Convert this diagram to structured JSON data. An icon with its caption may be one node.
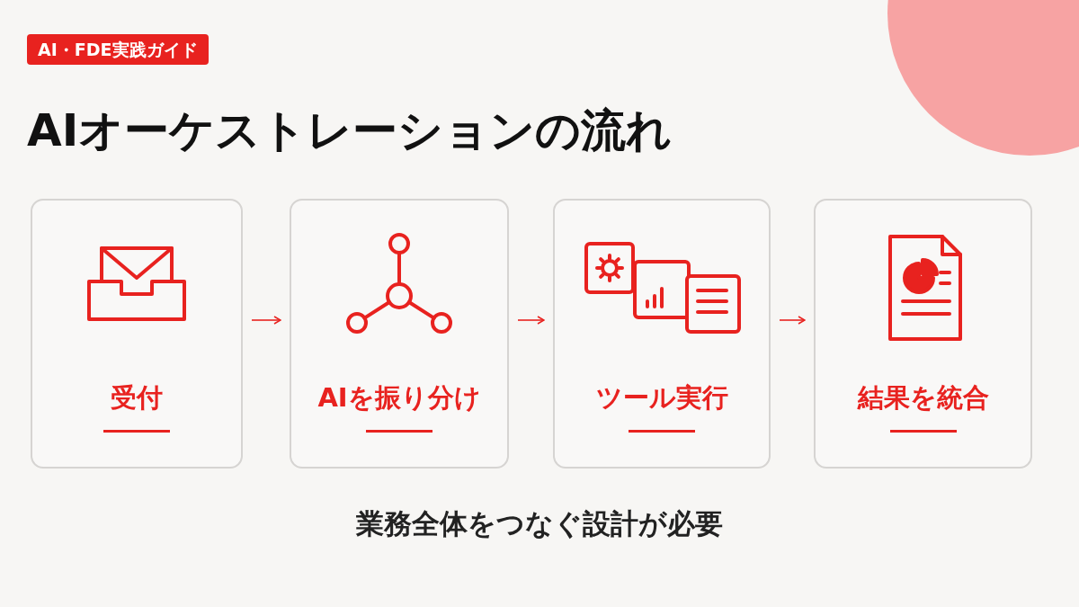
{
  "diagram": {
    "title": "AIオーケストレーションの流れ",
    "nodes": [
      {
        "text": [
          "受付"
        ]
      },
      {
        "text": [
          "AIを振り分け"
        ]
      },
      {
        "text": [
          "ツール実行"
        ]
      },
      {
        "text": [
          "結果を統合"
        ]
      }
    ],
    "edges": [
      {
        "from": 0,
        "to": 1,
        "arrow": "to"
      },
      {
        "from": 1,
        "to": 2,
        "arrow": "to"
      },
      {
        "from": 2,
        "to": 3,
        "arrow": "to"
      }
    ],
    "labels": [
      "AI・FDE実践ガイド",
      "業務全体をつなぐ**設計が必要**"
    ]
  }
}
